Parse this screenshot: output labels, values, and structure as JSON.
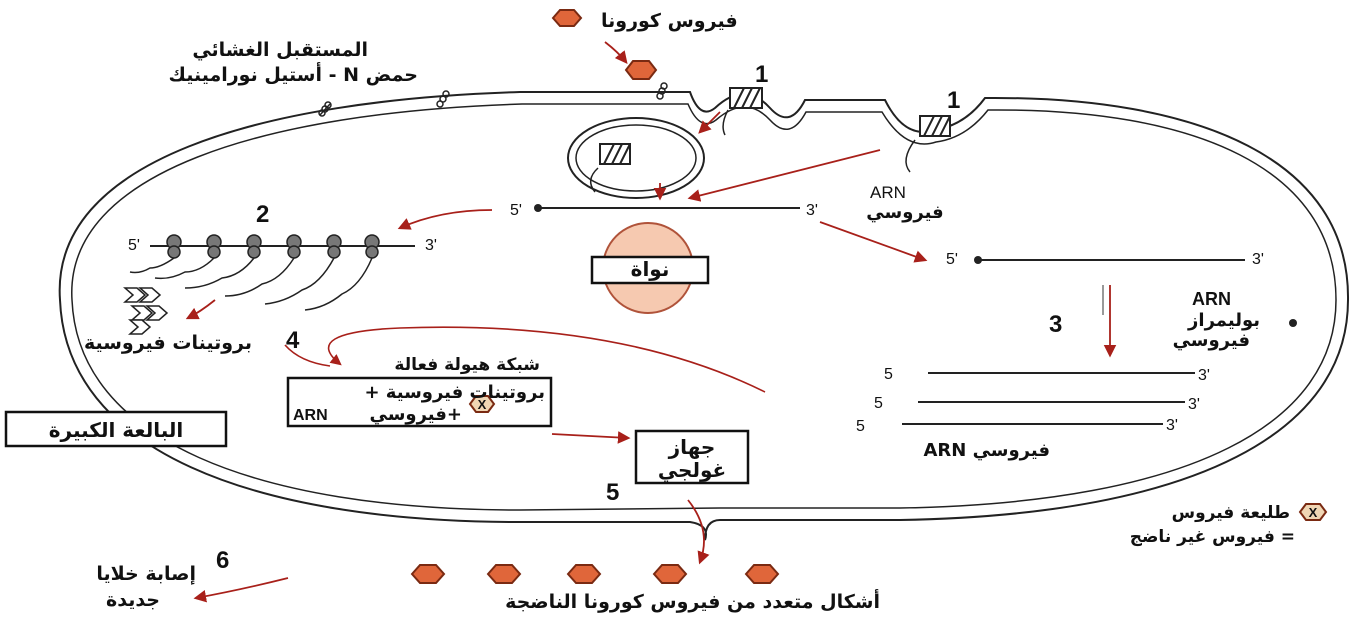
{
  "labels": {
    "virus_corona": "فيروس كورونا",
    "membrane_receptor": "المستقبل الغشائي",
    "acid_n": "حمض N - أستيل نورامينيك",
    "arn_viral_entry_1": "ARN",
    "arn_viral_entry_2": "فيروسي",
    "nucleus": "نواة",
    "viral_proteins": "بروتينات فيروسية",
    "active_er": "شبكة هيولة فعالة",
    "box_line1": "بروتينات فيروسية +",
    "box_line2_arabic": "+فيروسي",
    "box_line2_arn": "ARN",
    "macrophage": "البالعة الكبيرة",
    "golgi_line1": "جهاز",
    "golgi_line2": "غولجي",
    "polymerase_1": "ARN",
    "polymerase_2": "بوليمراز",
    "polymerase_3": "فيروسي",
    "arn_viral_bottom": "فيروسي ARN",
    "legend_line1": "طليعة فيروس",
    "legend_line2": "= فيروس غير ناضج",
    "new_cells_1": "إصابة خلايا",
    "new_cells_2": "جديدة",
    "mature_forms": "أشكال متعدد من فيروس كورونا الناضجة",
    "x_symbol": "X"
  },
  "steps": [
    "1",
    "1",
    "2",
    "3",
    "4",
    "5",
    "6"
  ],
  "strand_ends": {
    "five": "5'",
    "three": "3'",
    "five_plain": "5"
  },
  "colors": {
    "virus_fill": "#e0663a",
    "virus_stroke": "#7a2a12",
    "nucleus_fill": "#f6c9b0",
    "nucleus_stroke": "#b0533a",
    "arrow": "#a8201a",
    "line": "#222222",
    "legend_fill": "#f0d6b4"
  }
}
